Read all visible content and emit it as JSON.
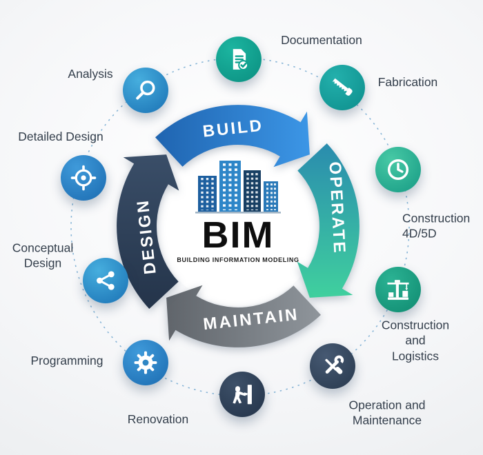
{
  "center": {
    "acronym": "BIM",
    "subtitle": "BUILDING INFORMATION MODELING"
  },
  "ring": {
    "segments": [
      {
        "id": "build",
        "label": "BUILD",
        "color": "#2b7ccf"
      },
      {
        "id": "operate",
        "label": "OPERATE",
        "color": "#35b89f"
      },
      {
        "id": "maintain",
        "label": "MAINTAIN",
        "color": "#767c83"
      },
      {
        "id": "design",
        "label": "DESIGN",
        "color": "#2e3f56"
      }
    ]
  },
  "nodes": [
    {
      "id": "documentation",
      "label": "Documentation",
      "icon": "document-check-icon",
      "color": "#0ba28f"
    },
    {
      "id": "fabrication",
      "label": "Fabrication",
      "icon": "saw-icon",
      "color": "#0fa3a0"
    },
    {
      "id": "construction-4d-5d",
      "label": "Construction\n4D/5D",
      "icon": "clock-icon",
      "color": "#2bb598"
    },
    {
      "id": "construction-and-logistics",
      "label": "Construction\nand Logistics",
      "icon": "crane-icon",
      "color": "#17a085"
    },
    {
      "id": "operation-and-maintenance",
      "label": "Operation and\nMaintenance",
      "icon": "tools-icon",
      "color": "#35495f"
    },
    {
      "id": "renovation",
      "label": "Renovation",
      "icon": "worker-drill-icon",
      "color": "#2d3c52"
    },
    {
      "id": "programming",
      "label": "Programming",
      "icon": "gear-icon",
      "color": "#2f86c4"
    },
    {
      "id": "conceptual-design",
      "label": "Conceptual\nDesign",
      "icon": "share-nodes-icon",
      "color": "#2796cf"
    },
    {
      "id": "detailed-design",
      "label": "Detailed Design",
      "icon": "target-icon",
      "color": "#2187c8"
    },
    {
      "id": "analysis",
      "label": "Analysis",
      "icon": "magnifier-icon",
      "color": "#2f8fcc"
    }
  ],
  "colors": {
    "dashed_circle": "#86b4d6",
    "label_text": "#333e4b",
    "center_text": "#0e0e0e"
  }
}
